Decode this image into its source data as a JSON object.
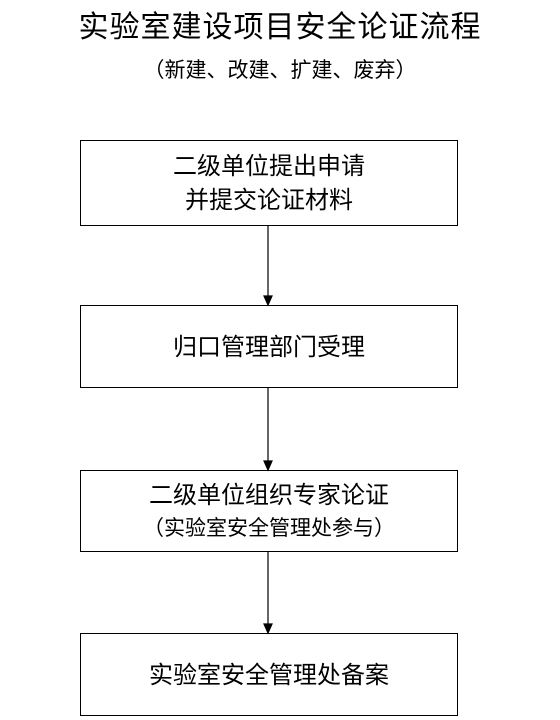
{
  "title": "实验室建设项目安全论证流程",
  "subtitle": "（新建、改建、扩建、废弃）",
  "steps": [
    {
      "lines": [
        "二级单位提出申请",
        "并提交论证材料"
      ]
    },
    {
      "lines": [
        "归口管理部门受理"
      ]
    },
    {
      "lines": [
        "二级单位组织专家论证",
        "（实验室安全管理处参与）"
      ]
    },
    {
      "lines": [
        "实验室安全管理处备案"
      ]
    }
  ],
  "colors": {
    "line": "#000000",
    "background": "#ffffff"
  }
}
